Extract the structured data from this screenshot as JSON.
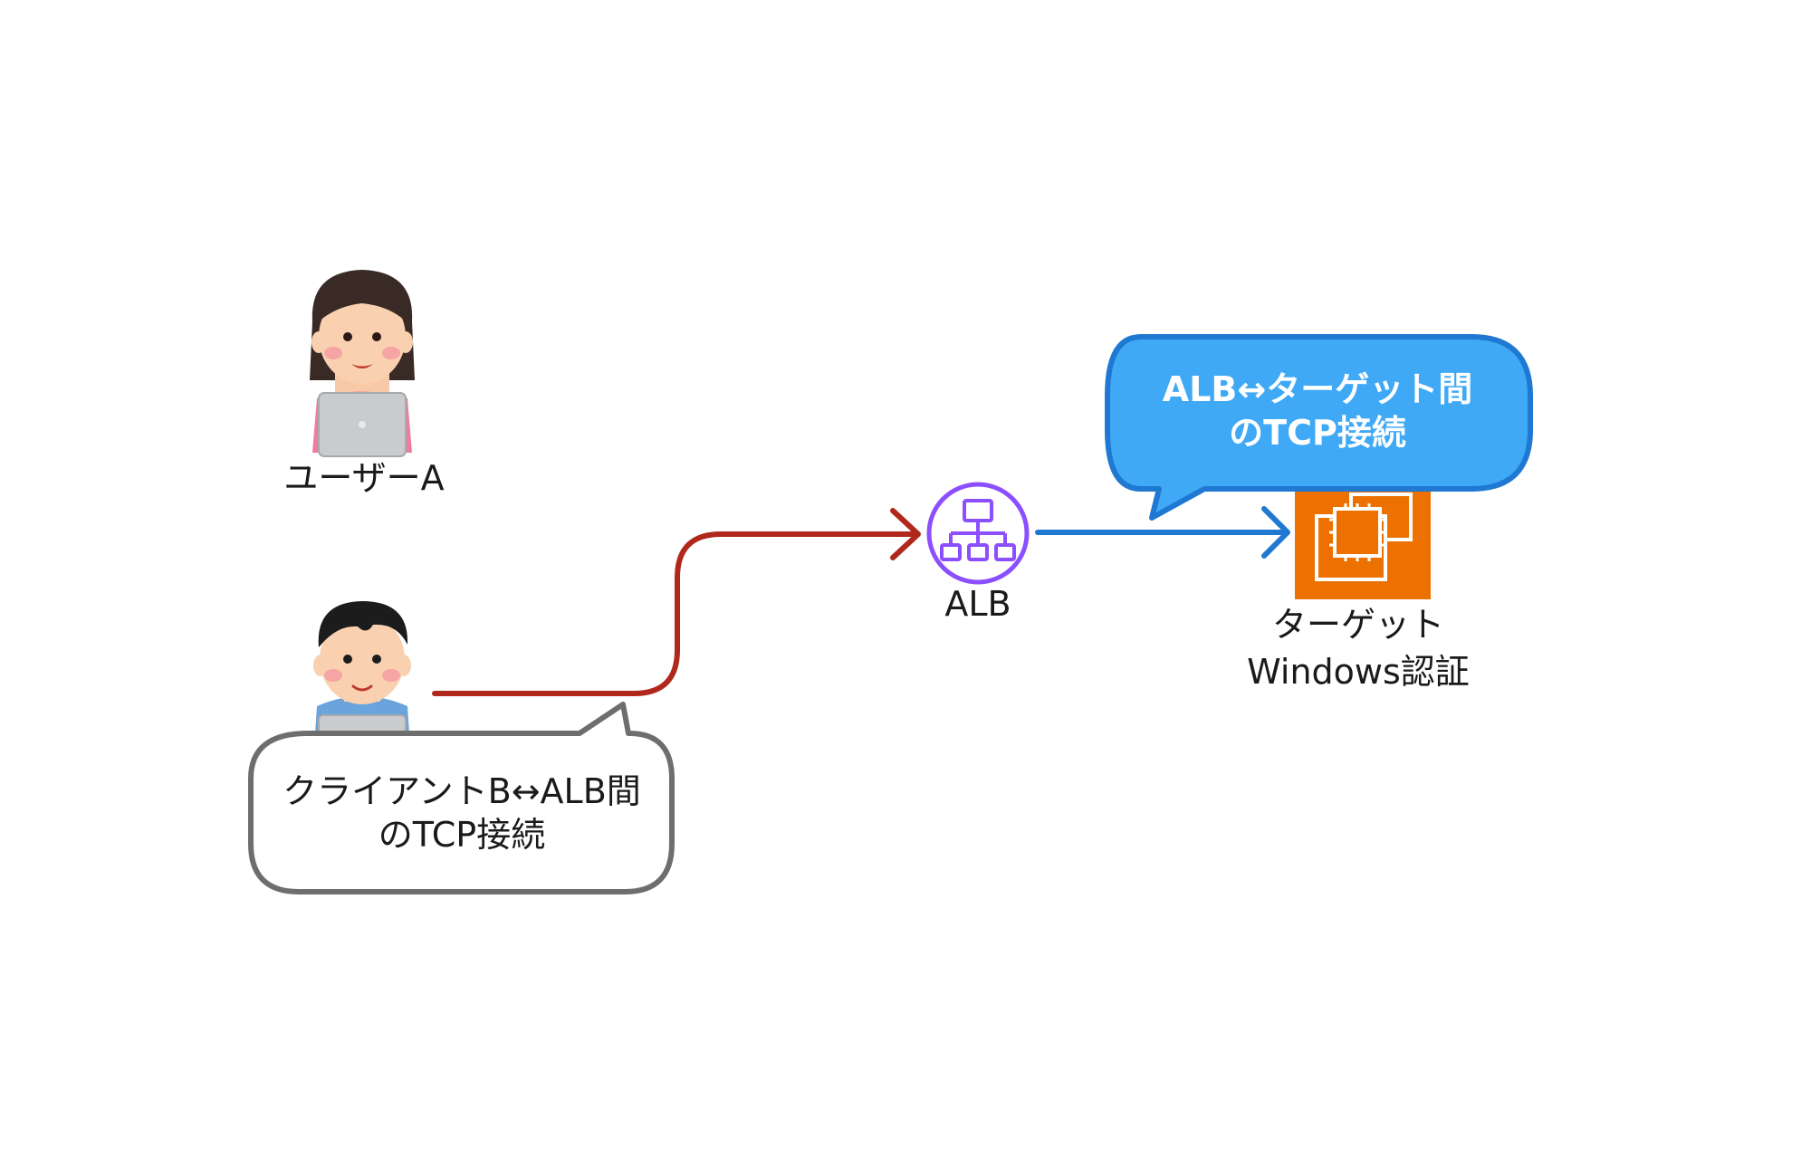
{
  "nodes": {
    "user_a": {
      "label": "ユーザーA"
    },
    "client_b": {
      "label": ""
    },
    "alb": {
      "label": "ALB",
      "color": "#8C4FFF"
    },
    "target": {
      "label_line1": "ターゲット",
      "label_line2": "Windows認証",
      "color": "#ED7100"
    }
  },
  "edges": [
    {
      "from": "client_b",
      "to": "alb",
      "color": "#B0281C"
    },
    {
      "from": "alb",
      "to": "target",
      "color": "#1F78D1"
    }
  ],
  "callouts": {
    "client_alb": {
      "line1": "クライアントB↔ALB間",
      "line2": "のTCP接続",
      "fill": "#FFFFFF",
      "stroke": "#6E6E6E"
    },
    "alb_target": {
      "line1": "ALB↔ターゲット間",
      "line2": "のTCP接続",
      "fill": "#3FA9F5",
      "stroke": "#1F78D1"
    }
  }
}
